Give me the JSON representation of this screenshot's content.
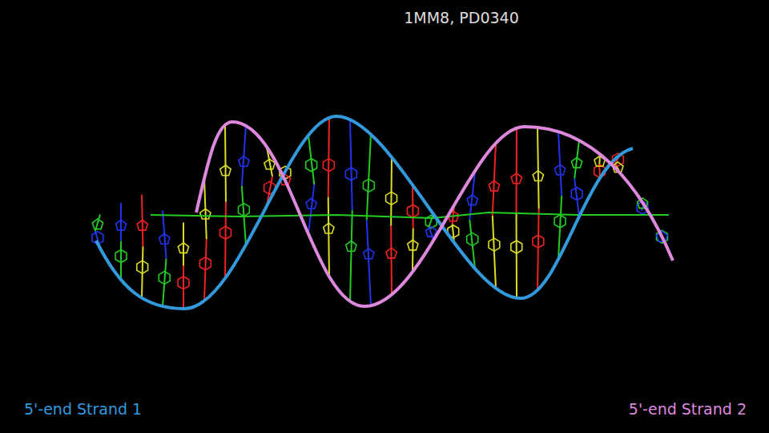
{
  "diagram": {
    "title": "1MM8, PD0340",
    "labels": [
      "5'-end Strand 1",
      "5'-end Strand 2"
    ]
  }
}
